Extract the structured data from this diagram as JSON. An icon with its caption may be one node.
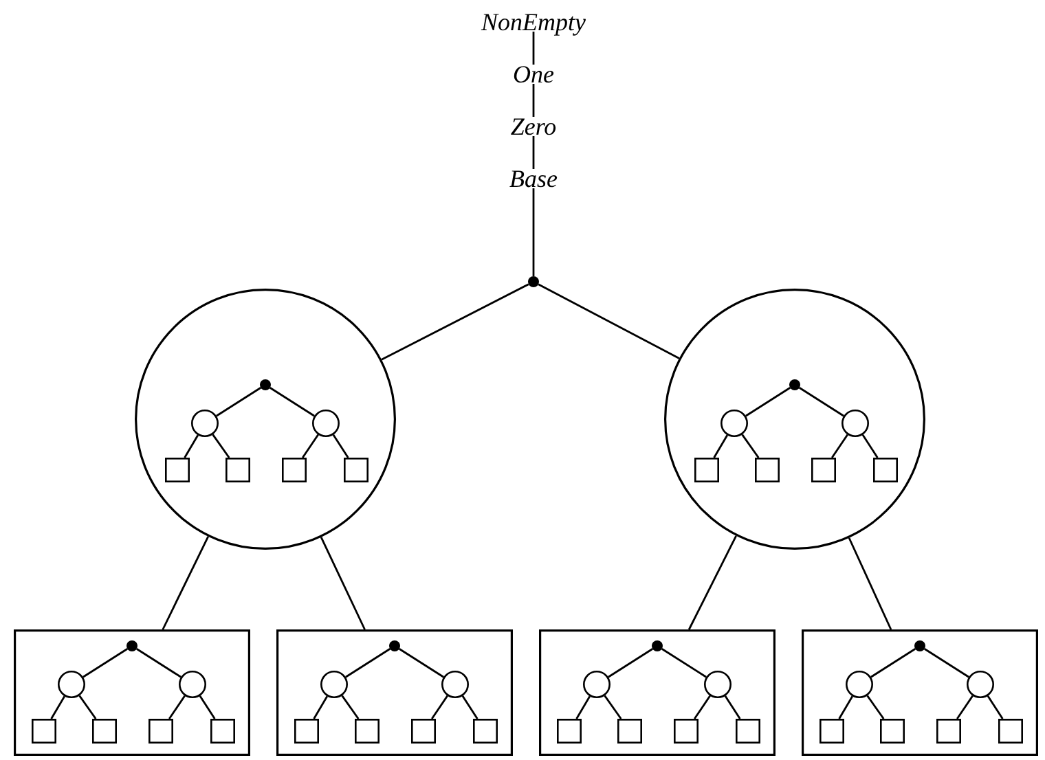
{
  "diagram": {
    "nodes": [
      {
        "text": [
          "NonEmpty"
        ]
      },
      {
        "text": [
          "One"
        ]
      },
      {
        "text": [
          "Zero"
        ]
      },
      {
        "text": [
          "Base"
        ]
      },
      {
        "text": [],
        "shape": "dot"
      },
      {
        "text": [],
        "shape": "circle"
      },
      {
        "text": [],
        "shape": "dot",
        "in": 5
      },
      {
        "text": [],
        "shape": "circle",
        "in": 5
      },
      {
        "text": [],
        "shape": "circle",
        "in": 5
      },
      {
        "text": [],
        "shape": "box",
        "in": 5
      },
      {
        "text": [],
        "shape": "box",
        "in": 5
      },
      {
        "text": [],
        "shape": "box",
        "in": 5
      },
      {
        "text": [],
        "shape": "box",
        "in": 5
      },
      {
        "text": [],
        "shape": "circle"
      },
      {
        "text": [],
        "shape": "dot",
        "in": 13
      },
      {
        "text": [],
        "shape": "circle",
        "in": 13
      },
      {
        "text": [],
        "shape": "circle",
        "in": 13
      },
      {
        "text": [],
        "shape": "box",
        "in": 13
      },
      {
        "text": [],
        "shape": "box",
        "in": 13
      },
      {
        "text": [],
        "shape": "box",
        "in": 13
      },
      {
        "text": [],
        "shape": "box",
        "in": 13
      },
      {
        "text": [],
        "shape": "box"
      },
      {
        "text": [],
        "shape": "dot",
        "in": 21
      },
      {
        "text": [],
        "shape": "circle",
        "in": 21
      },
      {
        "text": [],
        "shape": "circle",
        "in": 21
      },
      {
        "text": [],
        "shape": "box",
        "in": 21
      },
      {
        "text": [],
        "shape": "box",
        "in": 21
      },
      {
        "text": [],
        "shape": "box",
        "in": 21
      },
      {
        "text": [],
        "shape": "box",
        "in": 21
      },
      {
        "text": [],
        "shape": "box"
      },
      {
        "text": [],
        "shape": "dot",
        "in": 29
      },
      {
        "text": [],
        "shape": "circle",
        "in": 29
      },
      {
        "text": [],
        "shape": "circle",
        "in": 29
      },
      {
        "text": [],
        "shape": "box",
        "in": 29
      },
      {
        "text": [],
        "shape": "box",
        "in": 29
      },
      {
        "text": [],
        "shape": "box",
        "in": 29
      },
      {
        "text": [],
        "shape": "box",
        "in": 29
      },
      {
        "text": [],
        "shape": "box"
      },
      {
        "text": [],
        "shape": "dot",
        "in": 37
      },
      {
        "text": [],
        "shape": "circle",
        "in": 37
      },
      {
        "text": [],
        "shape": "circle",
        "in": 37
      },
      {
        "text": [],
        "shape": "box",
        "in": 37
      },
      {
        "text": [],
        "shape": "box",
        "in": 37
      },
      {
        "text": [],
        "shape": "box",
        "in": 37
      },
      {
        "text": [],
        "shape": "box",
        "in": 37
      },
      {
        "text": [],
        "shape": "box"
      },
      {
        "text": [],
        "shape": "dot",
        "in": 45
      },
      {
        "text": [],
        "shape": "circle",
        "in": 45
      },
      {
        "text": [],
        "shape": "circle",
        "in": 45
      },
      {
        "text": [],
        "shape": "box",
        "in": 45
      },
      {
        "text": [],
        "shape": "box",
        "in": 45
      },
      {
        "text": [],
        "shape": "box",
        "in": 45
      },
      {
        "text": [],
        "shape": "box",
        "in": 45
      }
    ],
    "edges": [
      {
        "from": 0,
        "to": 1,
        "arrow": "none"
      },
      {
        "from": 1,
        "to": 2,
        "arrow": "none"
      },
      {
        "from": 2,
        "to": 3,
        "arrow": "none"
      },
      {
        "from": 3,
        "to": 4,
        "arrow": "none"
      },
      {
        "from": 4,
        "to": 5,
        "arrow": "none"
      },
      {
        "from": 4,
        "to": 13,
        "arrow": "none"
      },
      {
        "from": 5,
        "to": 21,
        "arrow": "none"
      },
      {
        "from": 5,
        "to": 29,
        "arrow": "none"
      },
      {
        "from": 13,
        "to": 37,
        "arrow": "none"
      },
      {
        "from": 13,
        "to": 45,
        "arrow": "none"
      },
      {
        "from": 6,
        "to": 7,
        "arrow": "none"
      },
      {
        "from": 6,
        "to": 8,
        "arrow": "none"
      },
      {
        "from": 7,
        "to": 9,
        "arrow": "none"
      },
      {
        "from": 7,
        "to": 10,
        "arrow": "none"
      },
      {
        "from": 8,
        "to": 11,
        "arrow": "none"
      },
      {
        "from": 8,
        "to": 12,
        "arrow": "none"
      },
      {
        "from": 14,
        "to": 15,
        "arrow": "none"
      },
      {
        "from": 14,
        "to": 16,
        "arrow": "none"
      },
      {
        "from": 15,
        "to": 17,
        "arrow": "none"
      },
      {
        "from": 15,
        "to": 18,
        "arrow": "none"
      },
      {
        "from": 16,
        "to": 19,
        "arrow": "none"
      },
      {
        "from": 16,
        "to": 20,
        "arrow": "none"
      },
      {
        "from": 22,
        "to": 23,
        "arrow": "none"
      },
      {
        "from": 22,
        "to": 24,
        "arrow": "none"
      },
      {
        "from": 23,
        "to": 25,
        "arrow": "none"
      },
      {
        "from": 23,
        "to": 26,
        "arrow": "none"
      },
      {
        "from": 24,
        "to": 27,
        "arrow": "none"
      },
      {
        "from": 24,
        "to": 28,
        "arrow": "none"
      },
      {
        "from": 30,
        "to": 31,
        "arrow": "none"
      },
      {
        "from": 30,
        "to": 32,
        "arrow": "none"
      },
      {
        "from": 31,
        "to": 33,
        "arrow": "none"
      },
      {
        "from": 31,
        "to": 34,
        "arrow": "none"
      },
      {
        "from": 32,
        "to": 35,
        "arrow": "none"
      },
      {
        "from": 32,
        "to": 36,
        "arrow": "none"
      },
      {
        "from": 38,
        "to": 39,
        "arrow": "none"
      },
      {
        "from": 38,
        "to": 40,
        "arrow": "none"
      },
      {
        "from": 39,
        "to": 41,
        "arrow": "none"
      },
      {
        "from": 39,
        "to": 42,
        "arrow": "none"
      },
      {
        "from": 40,
        "to": 43,
        "arrow": "none"
      },
      {
        "from": 40,
        "to": 44,
        "arrow": "none"
      },
      {
        "from": 46,
        "to": 47,
        "arrow": "none"
      },
      {
        "from": 46,
        "to": 48,
        "arrow": "none"
      },
      {
        "from": 47,
        "to": 49,
        "arrow": "none"
      },
      {
        "from": 47,
        "to": 50,
        "arrow": "none"
      },
      {
        "from": 48,
        "to": 51,
        "arrow": "none"
      },
      {
        "from": 48,
        "to": 52,
        "arrow": "none"
      }
    ]
  }
}
